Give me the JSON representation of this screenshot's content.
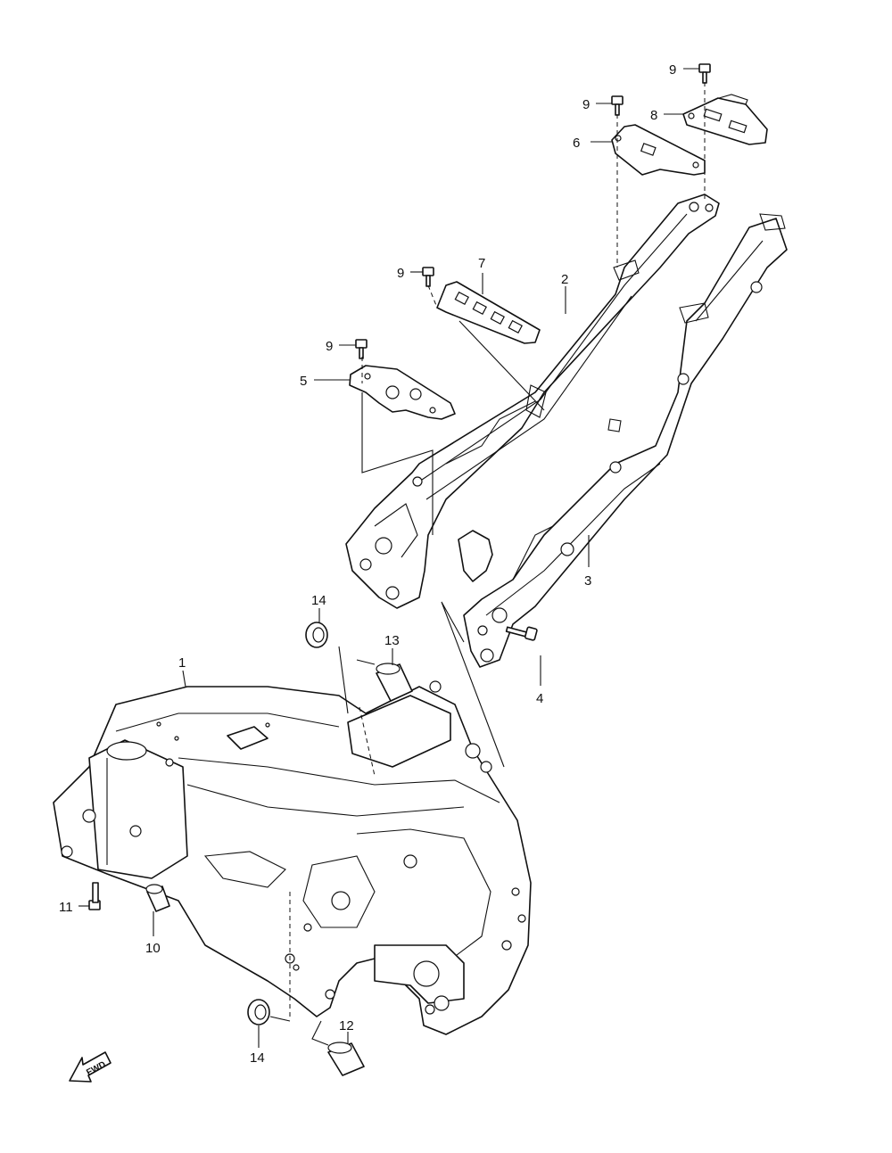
{
  "callouts": {
    "c1": "1",
    "c2": "2",
    "c3": "3",
    "c4": "4",
    "c5": "5",
    "c6": "6",
    "c7": "7",
    "c8": "8",
    "c9a": "9",
    "c9b": "9",
    "c9c": "9",
    "c9d": "9",
    "c10": "10",
    "c11": "11",
    "c12": "12",
    "c13": "13",
    "c14a": "14",
    "c14b": "14"
  },
  "direction_badge": {
    "label": "FWD",
    "icon": "arrow-left-down-icon"
  }
}
